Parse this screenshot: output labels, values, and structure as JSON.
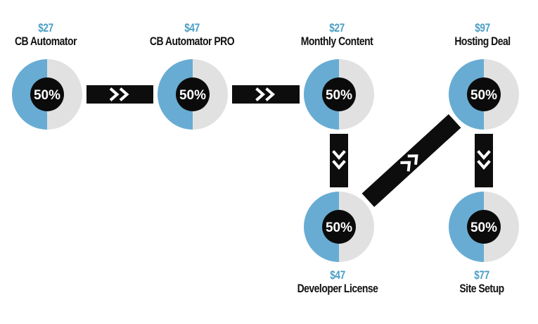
{
  "colors": {
    "accent": "#4a9ec4",
    "disc_left": "#68acd3",
    "disc_right": "#e1e1e1",
    "center": "#0b0b0b",
    "arrow_band": "#0d0d0d",
    "arrow_chevron": "#ffffff"
  },
  "nodes": [
    {
      "id": "cb-automator",
      "price": "$27",
      "name": "CB Automator",
      "percent_label": "50%",
      "fill_fraction": 0.5
    },
    {
      "id": "cb-automator-pro",
      "price": "$47",
      "name": "CB Automator PRO",
      "percent_label": "50%",
      "fill_fraction": 0.5
    },
    {
      "id": "monthly-content",
      "price": "$27",
      "name": "Monthly Content",
      "percent_label": "50%",
      "fill_fraction": 0.5
    },
    {
      "id": "hosting-deal",
      "price": "$97",
      "name": "Hosting Deal",
      "percent_label": "50%",
      "fill_fraction": 0.5
    },
    {
      "id": "developer-license",
      "price": "$47",
      "name": "Developer License",
      "percent_label": "50%",
      "fill_fraction": 0.5
    },
    {
      "id": "site-setup",
      "price": "$77",
      "name": "Site Setup",
      "percent_label": "50%",
      "fill_fraction": 0.5
    }
  ],
  "edges": [
    {
      "from": "cb-automator",
      "to": "cb-automator-pro"
    },
    {
      "from": "cb-automator-pro",
      "to": "monthly-content"
    },
    {
      "from": "monthly-content",
      "to": "developer-license"
    },
    {
      "from": "developer-license",
      "to": "hosting-deal"
    },
    {
      "from": "hosting-deal",
      "to": "site-setup"
    }
  ]
}
